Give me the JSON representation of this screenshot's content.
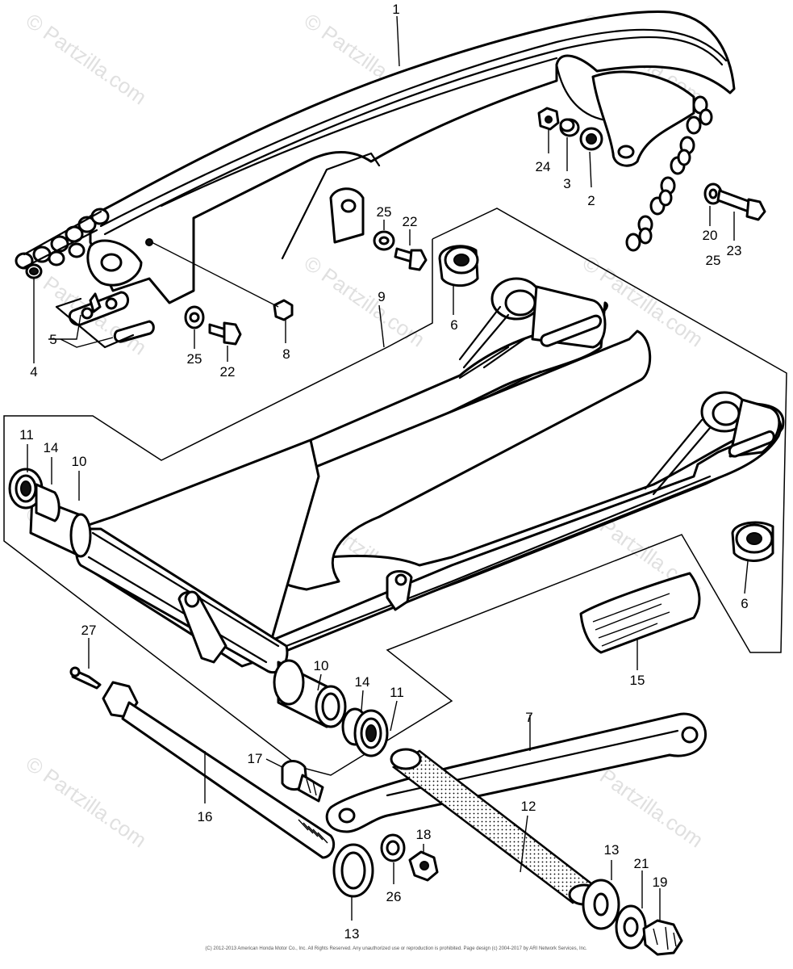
{
  "watermark": "© Partzilla.com",
  "copyright": "(C) 2012-2013 American Honda Motor Co., Inc. All Rights Reserved. Any unauthorized use or reproduction is prohibited. Page design (c) 2004-2017 by ARI Network Services, Inc.",
  "callouts": {
    "c1": "1",
    "c2": "2",
    "c3": "3",
    "c4": "4",
    "c5": "5",
    "c6a": "6",
    "c6b": "6",
    "c7": "7",
    "c8": "8",
    "c9": "9",
    "c10a": "10",
    "c10b": "10",
    "c11a": "11",
    "c11b": "11",
    "c12": "12",
    "c13a": "13",
    "c13b": "13",
    "c14a": "14",
    "c14b": "14",
    "c15": "15",
    "c16": "16",
    "c17": "17",
    "c18": "18",
    "c19": "19",
    "c20": "20",
    "c21": "21",
    "c22a": "22",
    "c22b": "22",
    "c23": "23",
    "c24": "24",
    "c25a": "25",
    "c25b": "25",
    "c25c": "25",
    "c26": "26",
    "c27": "27"
  }
}
